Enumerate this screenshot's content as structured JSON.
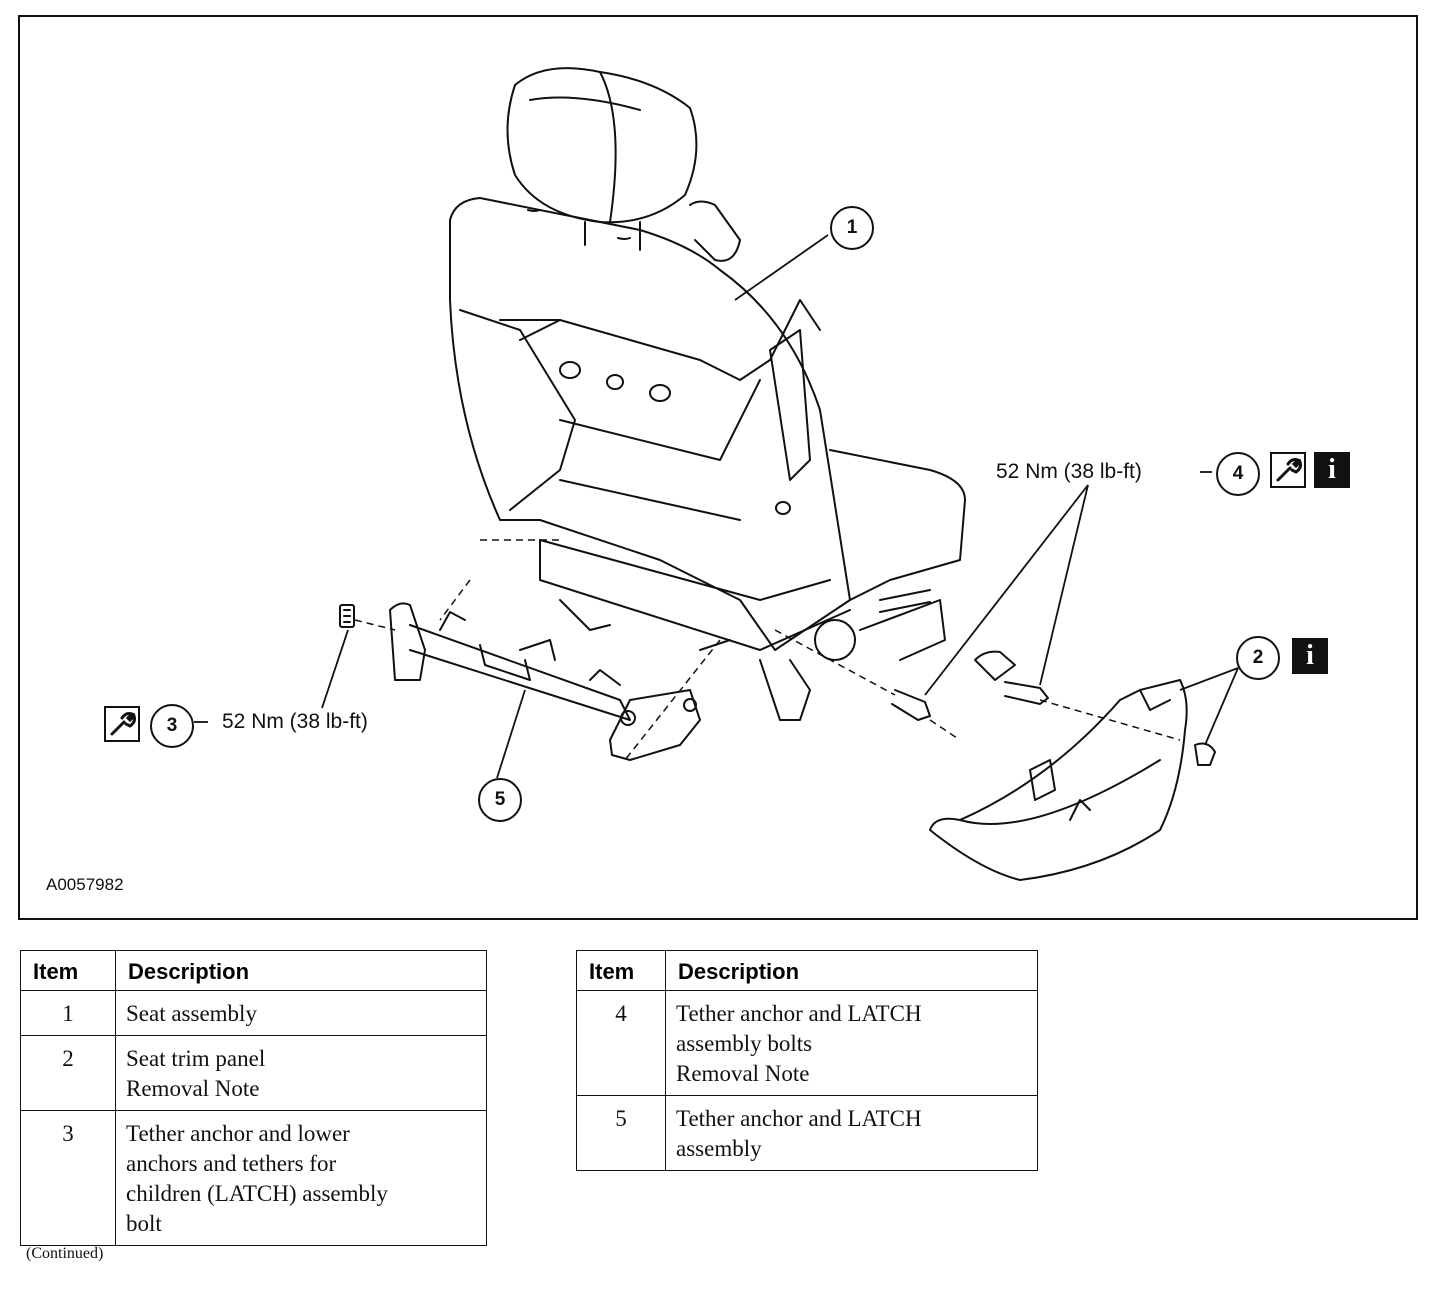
{
  "figure": {
    "id": "A0057982",
    "callouts": [
      "1",
      "2",
      "3",
      "4",
      "5"
    ],
    "torque_left": "52 Nm (38 lb-ft)",
    "torque_right": "52 Nm (38 lb-ft)",
    "symbols": [
      "wrench-torque-icon",
      "info-icon"
    ]
  },
  "tables": [
    {
      "headers": [
        "Item",
        "Description"
      ],
      "rows": [
        {
          "item": "1",
          "lines": [
            "Seat assembly"
          ]
        },
        {
          "item": "2",
          "lines": [
            "Seat trim panel",
            "Removal Note"
          ]
        },
        {
          "item": "3",
          "lines": [
            "Tether anchor and lower",
            "anchors and tethers for",
            "children (LATCH) assembly",
            "bolt"
          ]
        }
      ]
    },
    {
      "headers": [
        "Item",
        "Description"
      ],
      "rows": [
        {
          "item": "4",
          "lines": [
            "Tether anchor and LATCH",
            "assembly bolts",
            "Removal Note"
          ]
        },
        {
          "item": "5",
          "lines": [
            "Tether anchor and LATCH",
            "assembly"
          ]
        }
      ]
    }
  ],
  "footer": {
    "continued": "(Continued)"
  }
}
